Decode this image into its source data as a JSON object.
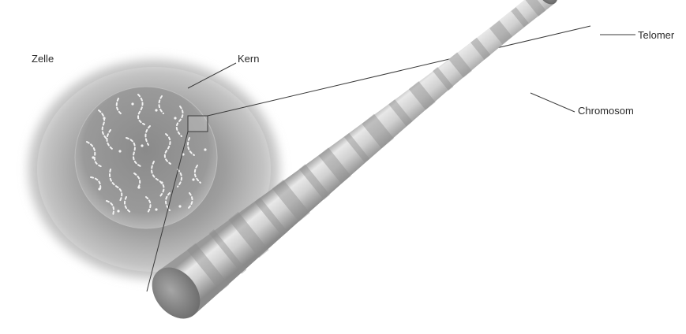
{
  "labels": {
    "cell": "Zelle",
    "nucleus": "Kern",
    "telomere": "Telomer",
    "chromosome": "Chromosom"
  },
  "colors": {
    "background": "#ffffff",
    "cell_fill": "#a8a8a8",
    "nucleus_fill": "#8c8c8c",
    "chromosome_fill": "#d6d6d6",
    "chromosome_band": "#9a9a9a",
    "line": "#3a3a3a",
    "label_text": "#2a2a2a"
  }
}
